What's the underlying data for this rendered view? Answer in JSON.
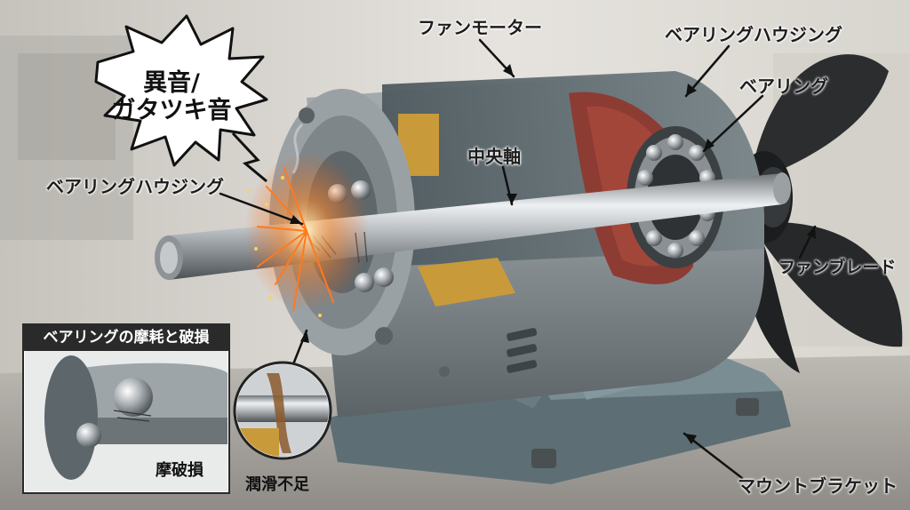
{
  "callouts": {
    "fan_motor": "ファンモーター",
    "bearing_housing_top": "ベアリングハウジング",
    "bearing": "ベアリング",
    "center_shaft": "中央軸",
    "bearing_housing_left": "ベアリングハウジング",
    "fan_blade": "ファンブレード",
    "mount_bracket": "マウントブラケット"
  },
  "noise_burst": {
    "line1": "異音/",
    "line2": "ガタツキ音"
  },
  "wear_inset": {
    "title": "ベアリングの摩耗と破損",
    "damage_label": "摩破損"
  },
  "lubrication_detail": {
    "label": "潤滑不足"
  },
  "colors": {
    "housing_gray": "#8f9699",
    "bracket_blue_gray": "#6f8288",
    "shaft_steel": "#b9bec2",
    "copper_winding": "#a3463a",
    "brass": "#c99a3a",
    "spark_orange": "#ff7a1f",
    "inset_header": "#2a2a2a"
  },
  "icons": {
    "spark": "spark-icon",
    "burst": "burst-icon",
    "arrow": "callout-arrow-icon"
  }
}
